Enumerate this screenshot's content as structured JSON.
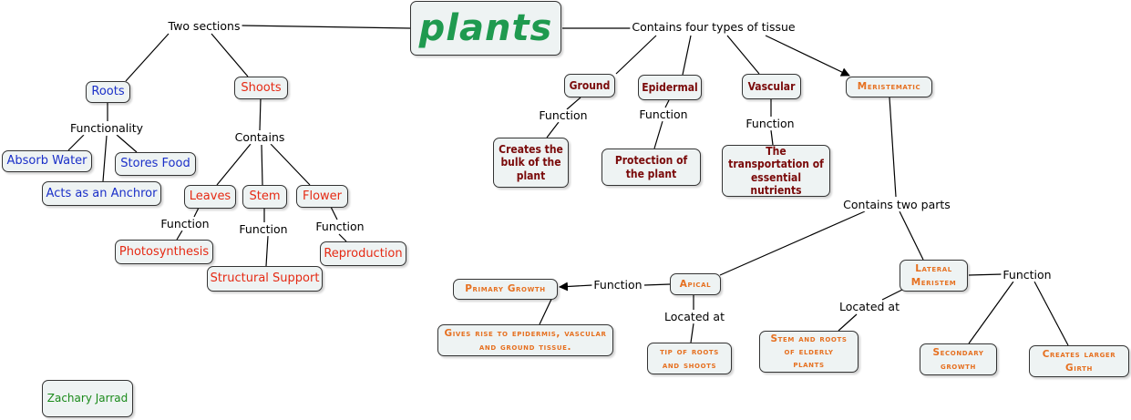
{
  "title": "plants",
  "root_links": {
    "two_sections": "Two sections",
    "four_tissues": "Contains four types of tissue"
  },
  "roots": {
    "label": "Roots",
    "functionality": "Functionality",
    "absorb_water": "Absorb Water",
    "stores_food": "Stores Food",
    "anchor": "Acts as an Anchror"
  },
  "shoots": {
    "label": "Shoots",
    "contains": "Contains",
    "leaves": "Leaves",
    "stem": "Stem",
    "flower": "Flower",
    "leaves_function": "Function",
    "stem_function": "Function",
    "flower_function": "Function",
    "photosynthesis": "Photosynthesis",
    "structural_support": "Structural Support",
    "reproduction": "Reproduction"
  },
  "tissues": {
    "ground": "Ground",
    "ground_function": "Function",
    "ground_desc": "Creates the bulk of the plant",
    "epidermal": "Epidermal",
    "epidermal_function": "Function",
    "epidermal_desc": "Protection of the plant",
    "vascular": "Vascular",
    "vascular_function": "Function",
    "vascular_desc": "The transportation of essential nutrients",
    "meristematic": "Meristematic",
    "contains_two_parts": "Contains two parts"
  },
  "apical": {
    "label": "Apical",
    "function": "Function",
    "primary_growth": "Primary Growth",
    "epidermis_desc": "Gives rise to epidermis, vascular and ground tissue.",
    "located_at": "Located at",
    "location": "tip of roots and shoots"
  },
  "lateral": {
    "label": "Lateral Meristem",
    "function": "Function",
    "located_at": "Located at",
    "location": "Stem and roots of elderly plants",
    "secondary_growth": "Secondary growth",
    "larger_girth": "Creates larger Girth"
  },
  "author": "Zachary Jarrad",
  "colors": {
    "roots": "#1a2fc8",
    "shoots": "#e52a14",
    "tissue": "#7a0a0a",
    "meristem": "#e67020",
    "title": "#1f9a4f",
    "author": "#1a8a1a",
    "node_fill": "#eef3f3"
  }
}
